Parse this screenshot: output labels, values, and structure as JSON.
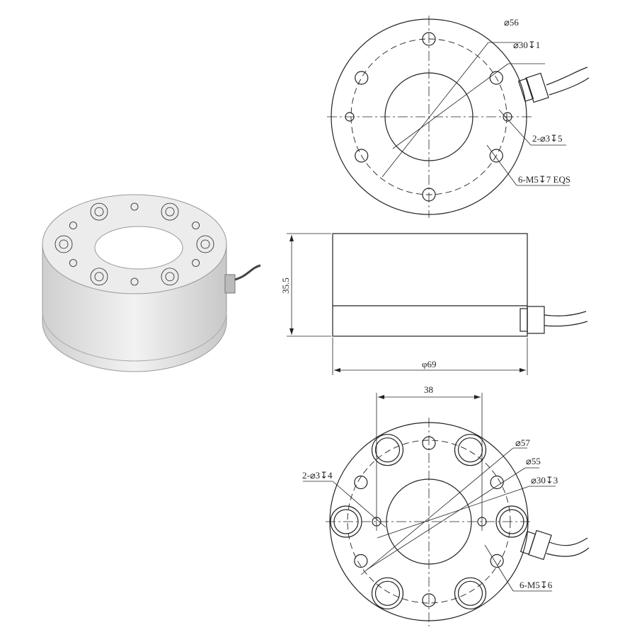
{
  "top_view": {
    "labels": [
      "⌀56",
      "⌀30↧1",
      "2-⌀3↧5",
      "6-M5↧7 EQS"
    ]
  },
  "side_view": {
    "height_label": "35.5",
    "diameter_label": "φ69"
  },
  "bottom_view": {
    "width_label": "38",
    "labels": [
      "⌀57",
      "⌀55",
      "⌀30↧3",
      "2-⌀3↧4",
      "6-M5↧6"
    ]
  },
  "colors": {
    "line": "#222222",
    "body": "#e6e6e6"
  }
}
